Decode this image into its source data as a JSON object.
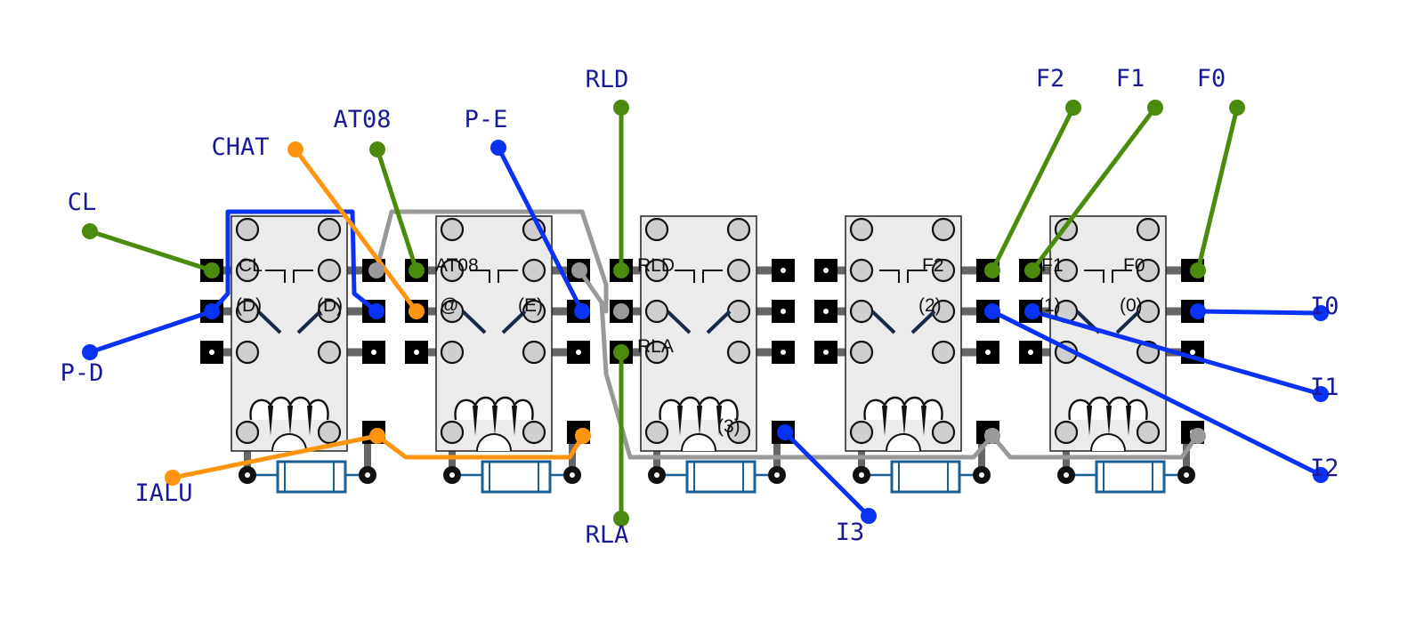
{
  "colors": {
    "green": "#4a8a0c",
    "blue": "#0a32f5",
    "orange": "#ff9410",
    "gray": "#999999",
    "dark_gray": "#666666",
    "label": "#1a1a99",
    "relay_fill": "#ebebeb",
    "fuse": "#1a5e96",
    "contact_line": "#172a48"
  },
  "external_labels": {
    "CL": "CL",
    "P-D": "P-D",
    "CHAT": "CHAT",
    "AT08": "AT08",
    "P-E": "P-E",
    "RLD": "RLD",
    "RLA": "RLA",
    "F2": "F2",
    "F1": "F1",
    "F0": "F0",
    "I0": "I0",
    "I1": "I1",
    "I2": "I2",
    "I3": "I3",
    "IALU": "IALU"
  },
  "relay_labels": {
    "r1_top_left": "CL",
    "r1_mid_left": "(D)",
    "r1_mid_right": "(D)",
    "r2_top_left": "AT08",
    "r2_mid_left": "@",
    "r2_mid_right": "(E)",
    "r3_top_left": "RLD",
    "r3_bot_left": "RLA",
    "r3_coil_right": "(3)",
    "r4_top_right": "F2",
    "r4_mid_right": "(2)",
    "r5_top_left": "F1",
    "r5_top_right": "F0",
    "r5_mid_left": "(1)",
    "r5_mid_right": "(0)"
  }
}
